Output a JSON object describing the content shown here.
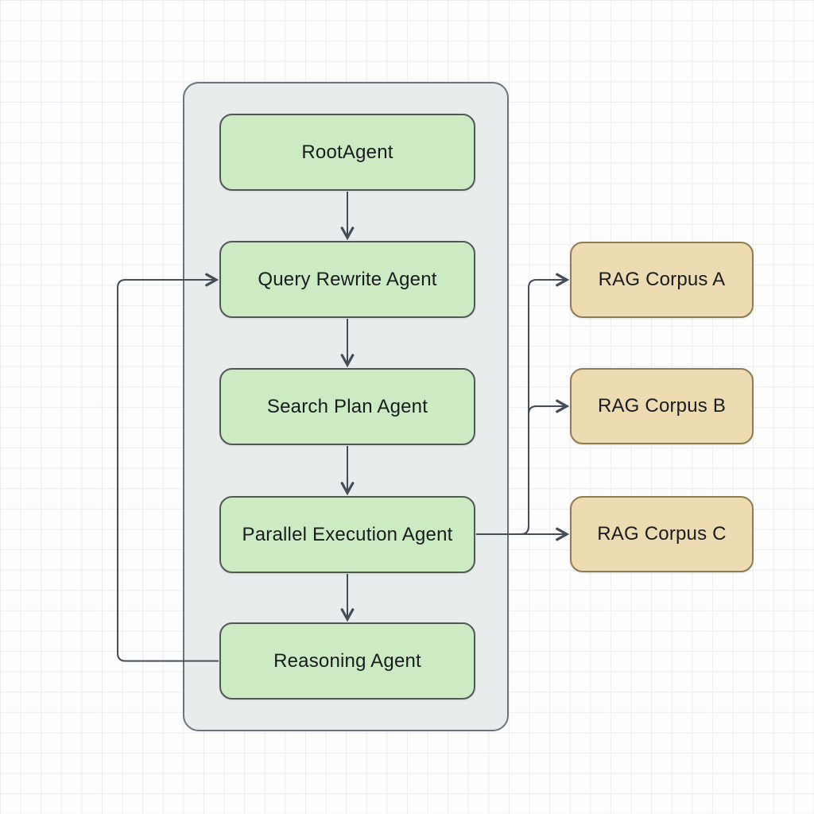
{
  "diagram": {
    "type": "flowchart",
    "container_group": {
      "description": "pipeline-group-box"
    },
    "agents": [
      {
        "id": "root-agent",
        "label": "RootAgent"
      },
      {
        "id": "query-rewrite-agent",
        "label": "Query Rewrite Agent"
      },
      {
        "id": "search-plan-agent",
        "label": "Search Plan Agent"
      },
      {
        "id": "parallel-execution-agent",
        "label": "Parallel Execution Agent"
      },
      {
        "id": "reasoning-agent",
        "label": "Reasoning Agent"
      }
    ],
    "corpora": [
      {
        "id": "rag-corpus-a",
        "label": "RAG Corpus A"
      },
      {
        "id": "rag-corpus-b",
        "label": "RAG Corpus B"
      },
      {
        "id": "rag-corpus-c",
        "label": "RAG Corpus C"
      }
    ],
    "edges": [
      {
        "from": "RootAgent",
        "to": "Query Rewrite Agent",
        "style": "arrow-down"
      },
      {
        "from": "Query Rewrite Agent",
        "to": "Search Plan Agent",
        "style": "arrow-down"
      },
      {
        "from": "Search Plan Agent",
        "to": "Parallel Execution Agent",
        "style": "arrow-down"
      },
      {
        "from": "Parallel Execution Agent",
        "to": "Reasoning Agent",
        "style": "arrow-down"
      },
      {
        "from": "Reasoning Agent",
        "to": "Query Rewrite Agent",
        "style": "feedback-loop-left"
      },
      {
        "from": "Parallel Execution Agent",
        "to": "RAG Corpus A",
        "style": "branch-right"
      },
      {
        "from": "Parallel Execution Agent",
        "to": "RAG Corpus B",
        "style": "branch-right"
      },
      {
        "from": "Parallel Execution Agent",
        "to": "RAG Corpus C",
        "style": "branch-right"
      }
    ],
    "colors": {
      "background": "#fdfdfe",
      "grid_line": "#ececf1",
      "container_fill": "#e9eced",
      "container_border": "#6b747c",
      "agent_fill": "#cdebc2",
      "agent_border": "#4e5a52",
      "corpus_fill": "#eddcb1",
      "corpus_border": "#8e7c55",
      "edge_stroke": "#454e57",
      "text": "#181c20"
    }
  }
}
